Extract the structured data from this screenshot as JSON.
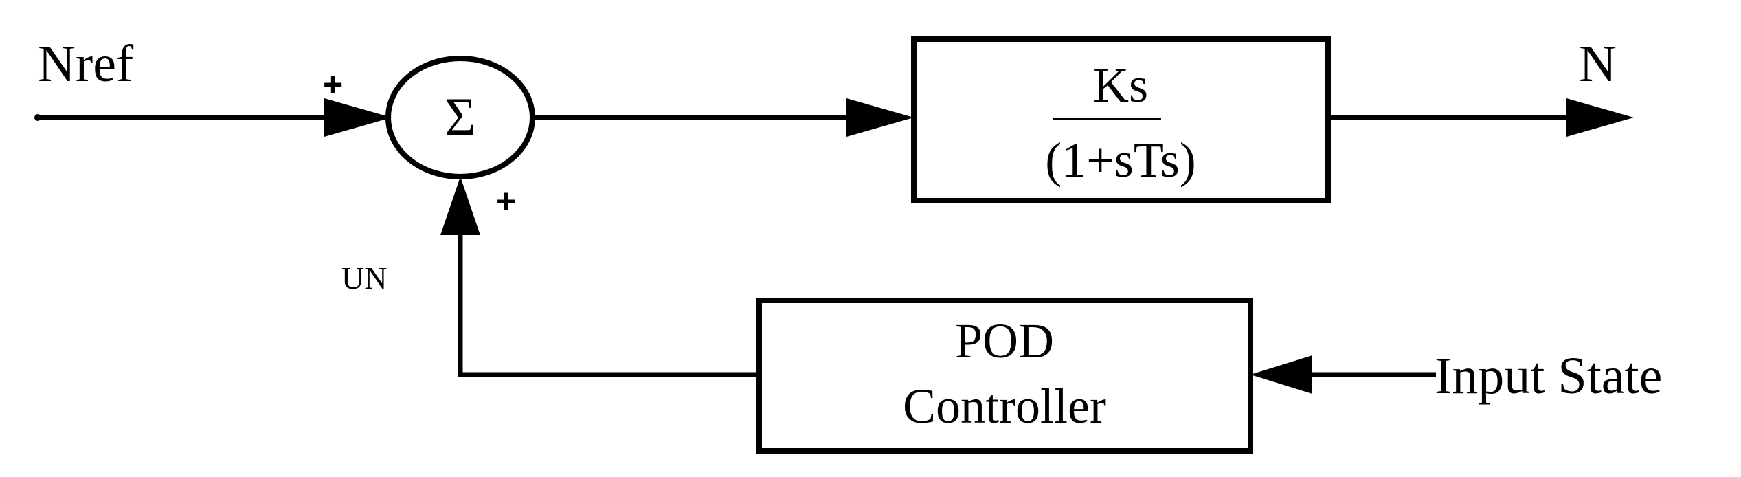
{
  "signals": {
    "input": "Nref",
    "output": "N",
    "feedback": "UN",
    "state_input": "Input State"
  },
  "summing_junction": {
    "symbol": "Σ",
    "sign_top": "+",
    "sign_bottom": "+"
  },
  "plant_block": {
    "numerator": "Ks",
    "denominator": "(1+sTs)"
  },
  "controller_block": {
    "line1": "POD",
    "line2": "Controller"
  },
  "colors": {
    "stroke": "#000000",
    "background": "#ffffff"
  }
}
